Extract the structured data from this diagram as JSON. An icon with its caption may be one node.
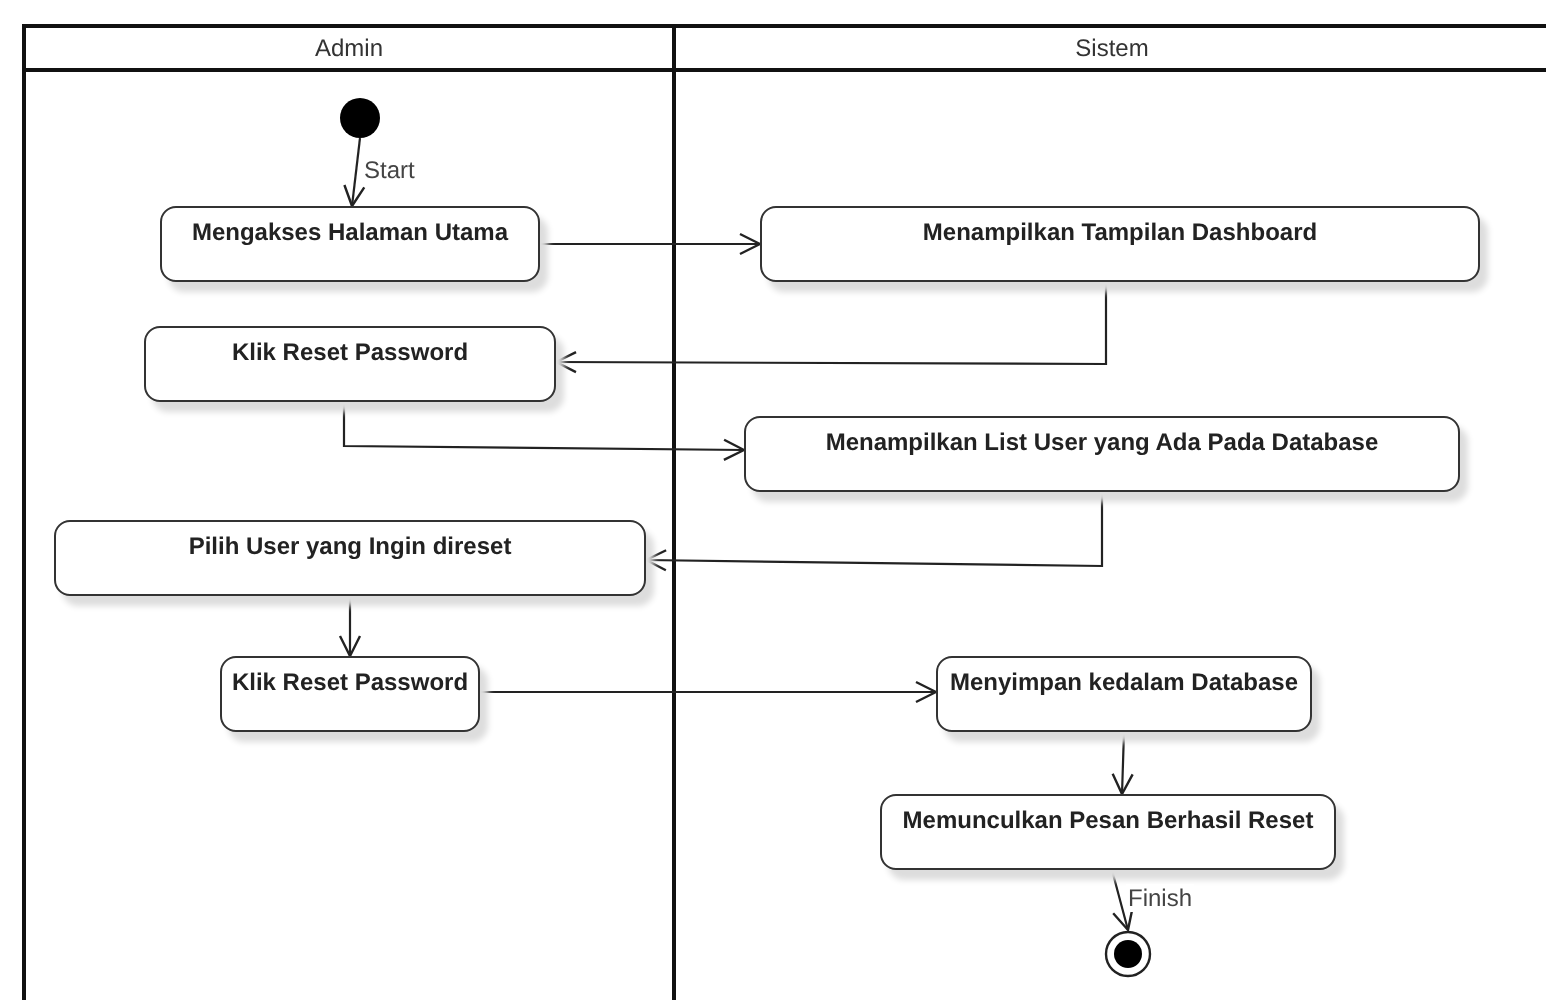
{
  "diagram": {
    "nodes": [
      {
        "text": [
          "Admin"
        ]
      },
      {
        "text": [
          "Sistem"
        ]
      },
      {
        "text": [],
        "shape": "circle",
        "in": 0
      },
      {
        "text": [
          "Mengakses Halaman Utama"
        ],
        "in": 0
      },
      {
        "text": [
          "Menampilkan Tampilan Dashboard"
        ],
        "in": 1
      },
      {
        "text": [
          "Klik Reset Password"
        ],
        "in": 0
      },
      {
        "text": [
          "Menampilkan List User yang Ada Pada Database"
        ],
        "in": 1
      },
      {
        "text": [
          "Pilih User yang Ingin direset"
        ],
        "in": 0
      },
      {
        "text": [
          "Klik Reset Password"
        ],
        "in": 0
      },
      {
        "text": [
          "Menyimpan kedalam Database"
        ],
        "in": 1
      },
      {
        "text": [
          "Memunculkan Pesan Berhasil Reset"
        ],
        "in": 1
      },
      {
        "text": [],
        "shape": "bullseye",
        "in": 1
      }
    ],
    "edges": [
      {
        "from": 2,
        "to": 3,
        "arrow": "to",
        "label": "Start"
      },
      {
        "from": 3,
        "to": 4,
        "arrow": "to"
      },
      {
        "from": 4,
        "to": 5,
        "arrow": "to"
      },
      {
        "from": 5,
        "to": 6,
        "arrow": "to"
      },
      {
        "from": 6,
        "to": 7,
        "arrow": "to"
      },
      {
        "from": 7,
        "to": 8,
        "arrow": "to"
      },
      {
        "from": 8,
        "to": 9,
        "arrow": "to"
      },
      {
        "from": 9,
        "to": 10,
        "arrow": "to"
      },
      {
        "from": 10,
        "to": 11,
        "arrow": "to",
        "label": "Finish"
      }
    ]
  }
}
